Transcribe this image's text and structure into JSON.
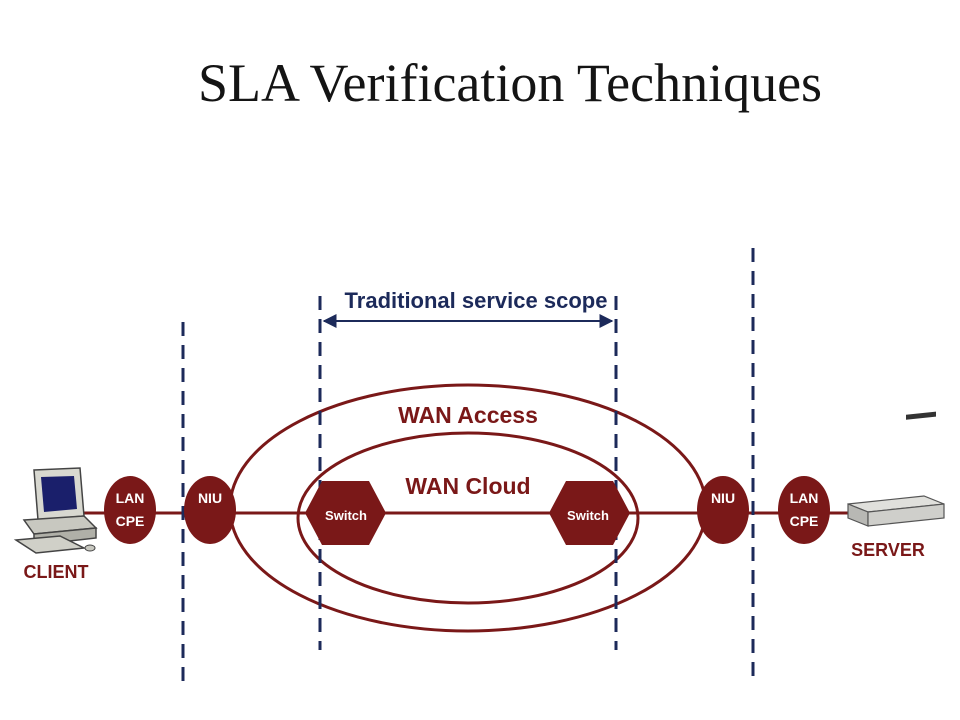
{
  "title": "SLA Verification Techniques",
  "diagram": {
    "scope_label": "Traditional service scope",
    "wan_access_label": "WAN Access",
    "wan_cloud_label": "WAN Cloud",
    "client_label": "CLIENT",
    "server_label": "SERVER",
    "lan_cpe_left": [
      "LAN",
      "CPE"
    ],
    "lan_cpe_right": [
      "LAN",
      "CPE"
    ],
    "niu_left": "NIU",
    "niu_right": "NIU",
    "switch_left": "Switch",
    "switch_right": "Switch",
    "colors": {
      "node_fill": "#7a1818",
      "line": "#7a1818",
      "dashed": "#1c2a5a",
      "label_blue": "#1c2a5a",
      "label_red": "#7a1818"
    },
    "icons": [
      "computer-icon",
      "server-icon"
    ]
  }
}
